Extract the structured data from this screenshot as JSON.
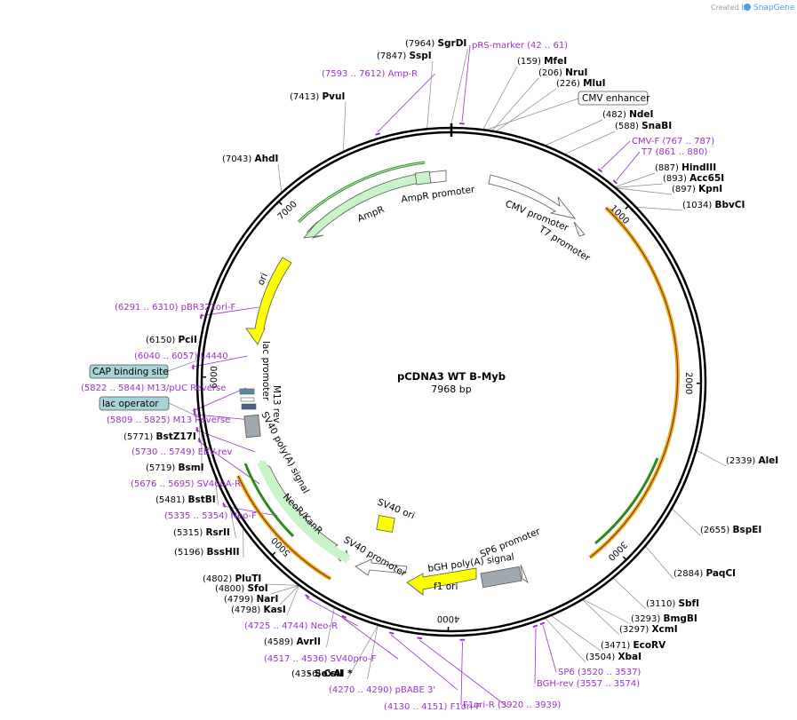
{
  "title": "pCDNA3 WT B-Myb",
  "length_text": "7968 bp",
  "total_bp": 7968,
  "credit": {
    "created_by": "Created by",
    "brand": "SnapGene"
  },
  "ticks": [
    {
      "bp": 1000,
      "label": "1000"
    },
    {
      "bp": 2000,
      "label": "2000"
    },
    {
      "bp": 3000,
      "label": "3000"
    },
    {
      "bp": 4000,
      "label": "4000"
    },
    {
      "bp": 5000,
      "label": "5000"
    },
    {
      "bp": 6000,
      "label": "6000"
    },
    {
      "bp": 7000,
      "label": "7000"
    }
  ],
  "sites": [
    {
      "name": "SgrDI",
      "pos": "(7964)",
      "bp": 7964
    },
    {
      "name": "SspI",
      "pos": "(7847)",
      "bp": 7847
    },
    {
      "name": "PvuI",
      "pos": "(7413)",
      "bp": 7413
    },
    {
      "name": "AhdI",
      "pos": "(7043)",
      "bp": 7043
    },
    {
      "name": "MfeI",
      "pos": "(159)",
      "bp": 159
    },
    {
      "name": "NruI",
      "pos": "(206)",
      "bp": 206
    },
    {
      "name": "MluI",
      "pos": "(226)",
      "bp": 226
    },
    {
      "name": "NdeI",
      "pos": "(482)",
      "bp": 482
    },
    {
      "name": "SnaBI",
      "pos": "(588)",
      "bp": 588
    },
    {
      "name": "HindIII",
      "pos": "(887)",
      "bp": 887
    },
    {
      "name": "Acc65I",
      "pos": "(893)",
      "bp": 893
    },
    {
      "name": "KpnI",
      "pos": "(897)",
      "bp": 897
    },
    {
      "name": "BbvCI",
      "pos": "(1034)",
      "bp": 1034
    },
    {
      "name": "AleI",
      "pos": "(2339)",
      "bp": 2339
    },
    {
      "name": "BspEI",
      "pos": "(2655)",
      "bp": 2655
    },
    {
      "name": "PaqCI",
      "pos": "(2884)",
      "bp": 2884
    },
    {
      "name": "SbfI",
      "pos": "(3110)",
      "bp": 3110
    },
    {
      "name": "BmgBI",
      "pos": "(3293)",
      "bp": 3293
    },
    {
      "name": "XcmI",
      "pos": "(3297)",
      "bp": 3297
    },
    {
      "name": "EcoRV",
      "pos": "(3471)",
      "bp": 3471
    },
    {
      "name": "XbaI",
      "pos": "(3504)",
      "bp": 3504
    },
    {
      "name": "PciI",
      "pos": "(6150)",
      "bp": 6150
    },
    {
      "name": "BstZ17I",
      "pos": "(5771)",
      "bp": 5771
    },
    {
      "name": "BsmI",
      "pos": "(5719)",
      "bp": 5719
    },
    {
      "name": "BstBI",
      "pos": "(5481)",
      "bp": 5481
    },
    {
      "name": "RsrII",
      "pos": "(5315)",
      "bp": 5315
    },
    {
      "name": "BssHII",
      "pos": "(5196)",
      "bp": 5196
    },
    {
      "name": "PluTI",
      "pos": "(4802)",
      "bp": 4802
    },
    {
      "name": "SfoI",
      "pos": "(4800)",
      "bp": 4800
    },
    {
      "name": "NarI",
      "pos": "(4799)",
      "bp": 4799
    },
    {
      "name": "KasI",
      "pos": "(4798)",
      "bp": 4798
    },
    {
      "name": "AvrII",
      "pos": "(4589)",
      "bp": 4589
    },
    {
      "name": "CsiI",
      "pos": "(4356)",
      "bp": 4356
    },
    {
      "name": "- SexAI *",
      "pos": "",
      "bp": 4356
    }
  ],
  "primers": [
    {
      "name": "pRS-marker",
      "range": "(42 .. 61)",
      "bp": 52
    },
    {
      "name": "Amp-R",
      "range": "(7593 .. 7612)",
      "bp": 7602
    },
    {
      "name": "CMV-F",
      "range": "(767 .. 787)",
      "bp": 777
    },
    {
      "name": "T7",
      "range": "(861 .. 880)",
      "bp": 870
    },
    {
      "name": "pBR322ori-F",
      "range": "(6291 .. 6310)",
      "bp": 6300
    },
    {
      "name": "L4440",
      "range": "(6040 .. 6057)",
      "bp": 6048
    },
    {
      "name": "M13/pUC Reverse",
      "range": "(5822 .. 5844)",
      "bp": 5833
    },
    {
      "name": "M13 Reverse",
      "range": "(5809 .. 5825)",
      "bp": 5817
    },
    {
      "name": "EBV-rev",
      "range": "(5730 .. 5749)",
      "bp": 5740
    },
    {
      "name": "SV40pA-R",
      "range": "(5676 .. 5695)",
      "bp": 5686
    },
    {
      "name": "Neo-F",
      "range": "(5335 .. 5354)",
      "bp": 5345
    },
    {
      "name": "Neo-R",
      "range": "(4725 .. 4744)",
      "bp": 4734
    },
    {
      "name": "SV40pro-F",
      "range": "(4517 .. 4536)",
      "bp": 4527
    },
    {
      "name": "pBABE 3'",
      "range": "(4270 .. 4290)",
      "bp": 4280
    },
    {
      "name": "F1ori-F",
      "range": "(4130 .. 4151)",
      "bp": 4140
    },
    {
      "name": "F1ori-R",
      "range": "(3920 .. 3939)",
      "bp": 3930
    },
    {
      "name": "SP6",
      "range": "(3520 .. 3537)",
      "bp": 3528
    },
    {
      "name": "BGH-rev",
      "range": "(3557 .. 3574)",
      "bp": 3565
    }
  ],
  "boxed_features": [
    {
      "name": "CMV enhancer"
    },
    {
      "name": "CAP binding site"
    },
    {
      "name": "lac operator"
    }
  ],
  "features": [
    {
      "name": "AmpR promoter"
    },
    {
      "name": "AmpR"
    },
    {
      "name": "CMV promoter"
    },
    {
      "name": "T7 promoter"
    },
    {
      "name": "ori"
    },
    {
      "name": "lac promoter"
    },
    {
      "name": "M13 rev"
    },
    {
      "name": "SV40 poly(A) signal"
    },
    {
      "name": "NeoR/KanR"
    },
    {
      "name": "SV40 promoter"
    },
    {
      "name": "SV40 ori"
    },
    {
      "name": "bGH poly(A) signal"
    },
    {
      "name": "SP6 promoter"
    },
    {
      "name": "f1 ori"
    }
  ],
  "colors": {
    "primer": "#9b30c8",
    "amp": "#c8f5c8",
    "ori": "#ffff00",
    "orange": "#f5a623",
    "green_line": "#2c8a1e",
    "grey_box": "#a0a8b0",
    "cap_box": "#a7d3d8"
  }
}
